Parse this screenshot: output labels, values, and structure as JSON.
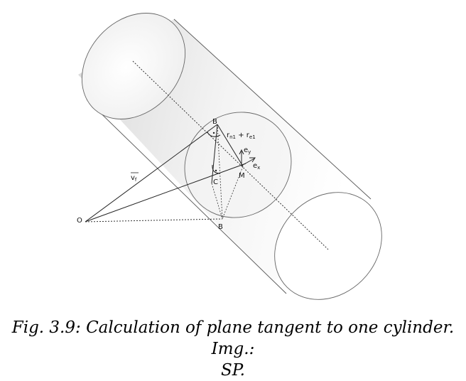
{
  "labels": {
    "top_point": "B",
    "bottom_point": "B",
    "center": "M",
    "foot": "C",
    "origin": "O",
    "velocity_vector": "v",
    "velocity_subscript": "f",
    "radius_r": "r",
    "radius_r_sub": "n1",
    "plus": " + ",
    "radius_e": "r",
    "radius_e_sub": "e1",
    "ex": "e",
    "ex_sub": "x",
    "ey": "e",
    "ey_sub": "y"
  },
  "caption": {
    "line1": "Fig. 3.9: Calculation of plane tangent to one cylinder. Img.:",
    "line2": "SP."
  }
}
